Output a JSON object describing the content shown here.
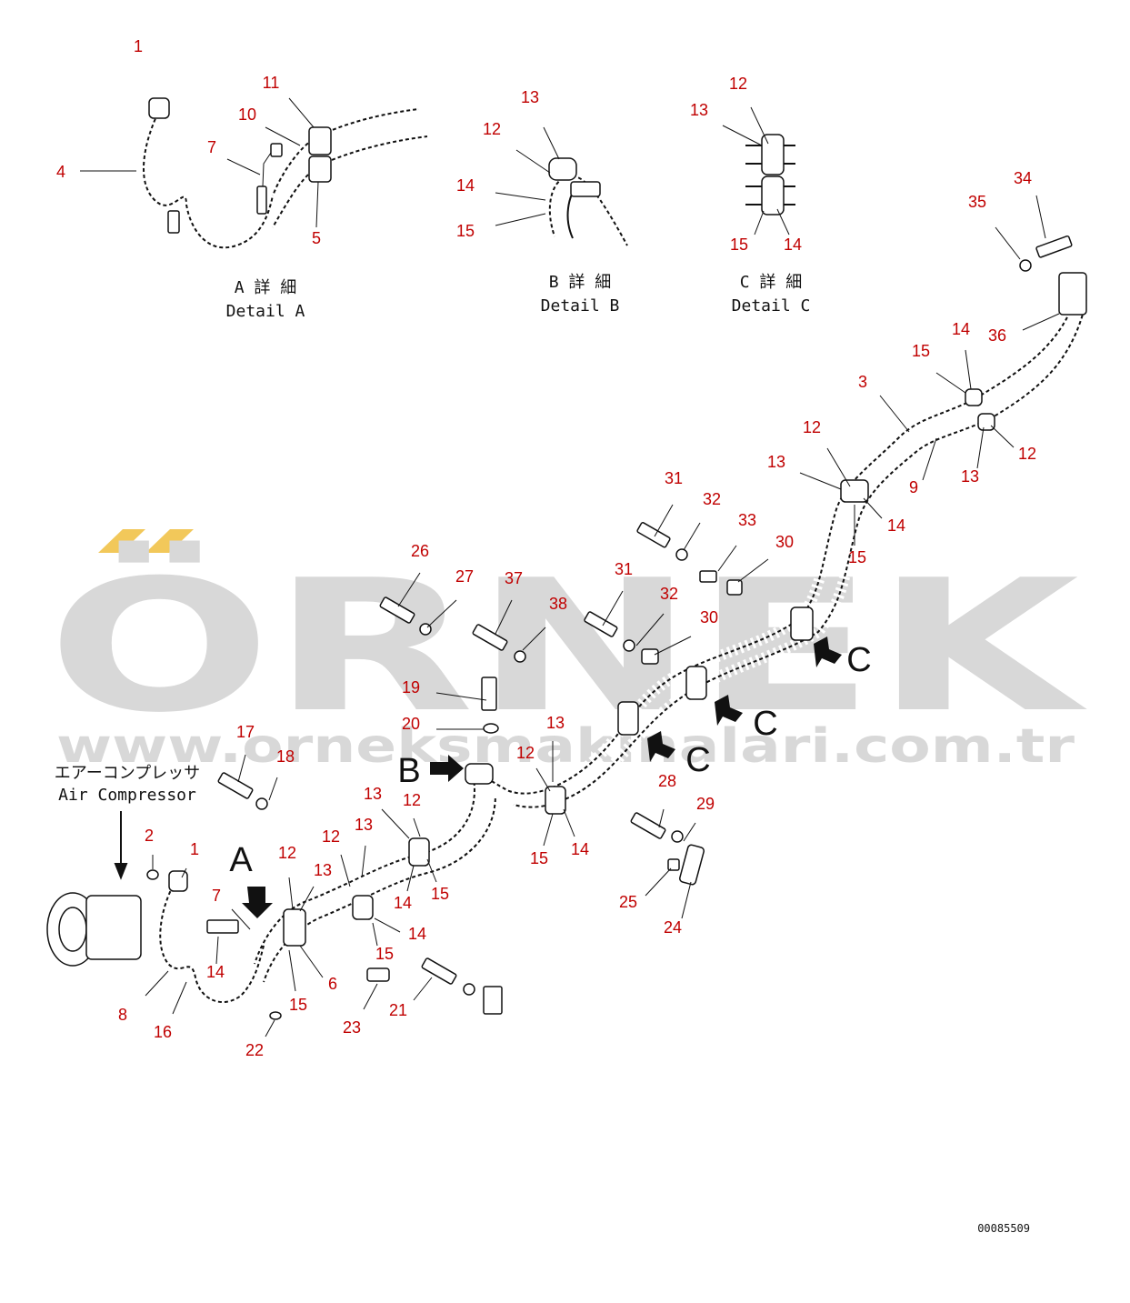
{
  "watermark": {
    "logo": "ÖRNEK",
    "url": "www.orneksmakinalari.com.tr"
  },
  "captions": {
    "detail_a_jp": "A 詳 細",
    "detail_a_en": "Detail A",
    "detail_b_jp": "B 詳 細",
    "detail_b_en": "Detail B",
    "detail_c_jp": "C 詳 細",
    "detail_c_en": "Detail C",
    "compressor_jp": "エアーコンプレッサ",
    "compressor_en": "Air Compressor",
    "arrow_a": "A",
    "arrow_b": "B",
    "arrow_c": "C",
    "drawing_code": "00085509"
  },
  "callouts": [
    "1",
    "4",
    "7",
    "10",
    "11",
    "5",
    "13",
    "12",
    "14",
    "15",
    "12",
    "13",
    "15",
    "14",
    "34",
    "35",
    "36",
    "14",
    "15",
    "3",
    "12",
    "13",
    "9",
    "12",
    "13",
    "14",
    "15",
    "31",
    "32",
    "33",
    "30",
    "26",
    "27",
    "37",
    "38",
    "31",
    "32",
    "30",
    "19",
    "20",
    "13",
    "12",
    "15",
    "14",
    "28",
    "29",
    "25",
    "24",
    "17",
    "18",
    "13",
    "12",
    "12",
    "13",
    "15",
    "14",
    "2",
    "1",
    "7",
    "12",
    "13",
    "14",
    "15",
    "6",
    "15",
    "14",
    "8",
    "16",
    "22",
    "23",
    "21"
  ]
}
